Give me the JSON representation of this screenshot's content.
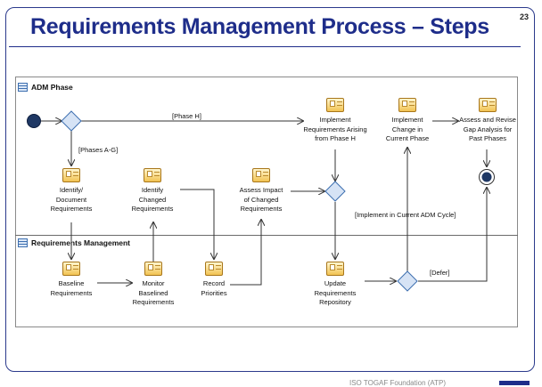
{
  "slide": {
    "title": "Requirements Management Process – Steps",
    "page_number": "23",
    "footer": "ISO TOGAF Foundation (ATP)"
  },
  "lanes": {
    "adm": "ADM Phase",
    "reqmgmt": "Requirements Management"
  },
  "activities": {
    "identify_document": "Identify/\nDocument\nRequirements",
    "identify_changed": "Identify\nChanged\nRequirements",
    "assess_impact": "Assess Impact\nof Changed\nRequirements",
    "implement_phase_h": "Implement\nRequirements Arising\nfrom Phase H",
    "implement_change": "Implement\nChange in\nCurrent Phase",
    "assess_revise": "Assess and Revise\nGap Analysis for\nPast Phases",
    "baseline": "Baseline\nRequirements",
    "monitor": "Monitor\nBaselined\nRequirements",
    "record": "Record\nPriorities",
    "update_repo": "Update\nRequirements\nRepository"
  },
  "flow_labels": {
    "phase_h": "[Phase H]",
    "phases_ag": "[Phases A-G]",
    "implement_current": "[Implement in Current ADM Cycle]",
    "defer": "[Defer]"
  }
}
